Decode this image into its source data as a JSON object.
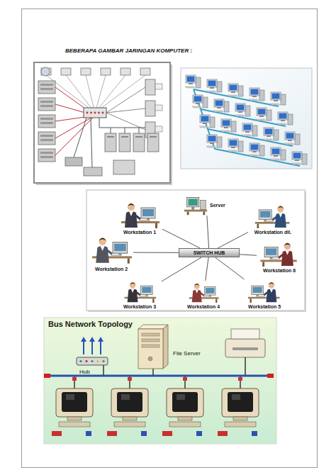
{
  "diagram": {
    "title": "BEBERAPA GAMBAR JARINGAN KOMPUTER :",
    "nodes": [
      {
        "text": [
          "Server"
        ]
      },
      {
        "text": [
          "Workstation 1"
        ]
      },
      {
        "text": [
          "Workstation dll."
        ]
      },
      {
        "text": [
          "SWITCH HUB"
        ]
      },
      {
        "text": [
          "Workstation 2"
        ]
      },
      {
        "text": [
          "Workstation 6"
        ]
      },
      {
        "text": [
          "Workstation 3"
        ]
      },
      {
        "text": [
          "Workstation 4"
        ]
      },
      {
        "text": [
          "Workstation 5"
        ]
      },
      {
        "text": [
          "Hub"
        ]
      },
      {
        "text": [
          "File Server"
        ]
      }
    ],
    "edges": [
      {
        "from": 3,
        "to": 0,
        "arrow": "none"
      },
      {
        "from": 3,
        "to": 1,
        "arrow": "none"
      },
      {
        "from": 3,
        "to": 2,
        "arrow": "none"
      },
      {
        "from": 3,
        "to": 4,
        "arrow": "none"
      },
      {
        "from": 3,
        "to": 5,
        "arrow": "none"
      },
      {
        "from": 3,
        "to": 6,
        "arrow": "none"
      },
      {
        "from": 3,
        "to": 7,
        "arrow": "none"
      },
      {
        "from": 3,
        "to": 8,
        "arrow": "none"
      }
    ],
    "labels": [
      "Bus Network Topology"
    ]
  }
}
